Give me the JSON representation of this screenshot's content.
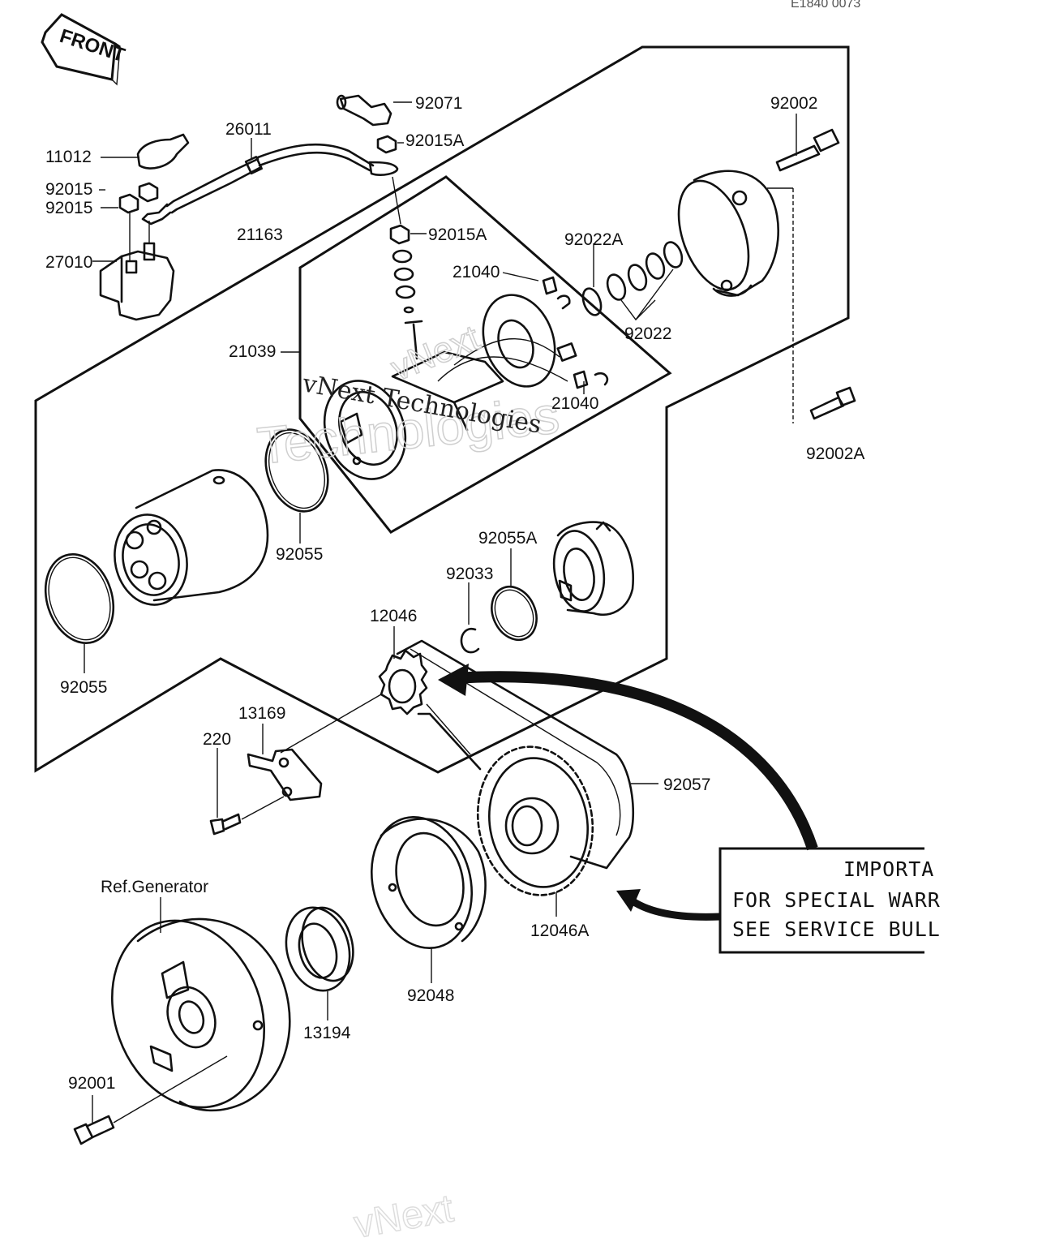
{
  "drawing_code": "E1840 0073",
  "front_tag": "FRONT",
  "labels": {
    "l_92071": "92071",
    "l_92015A_top": "92015A",
    "l_92002": "92002",
    "l_11012": "11012",
    "l_26011": "26011",
    "l_92015_a": "92015",
    "l_92015_b": "92015",
    "l_92015A_mid": "92015A",
    "l_21163": "21163",
    "l_92022A": "92022A",
    "l_27010": "27010",
    "l_21040_top": "21040",
    "l_92022": "92022",
    "l_21039": "21039",
    "l_21040_bot": "21040",
    "l_92002A": "92002A",
    "l_92055A": "92055A",
    "l_92033": "92033",
    "l_92055_mid": "92055",
    "l_12046": "12046",
    "l_92055_left": "92055",
    "l_13169": "13169",
    "l_220": "220",
    "l_92057": "92057",
    "l_ref_generator": "Ref.Generator",
    "l_12046A": "12046A",
    "l_92048": "92048",
    "l_13194": "13194",
    "l_92001": "92001"
  },
  "notice": {
    "title": "IMPORTA",
    "line1": "FOR SPECIAL WARR",
    "line2": "SEE SERVICE BULL"
  },
  "watermark": {
    "main": "vNext Technologies",
    "ghost_line1": "vNext",
    "ghost_line2": "Technologies",
    "bottom": "vNext"
  }
}
